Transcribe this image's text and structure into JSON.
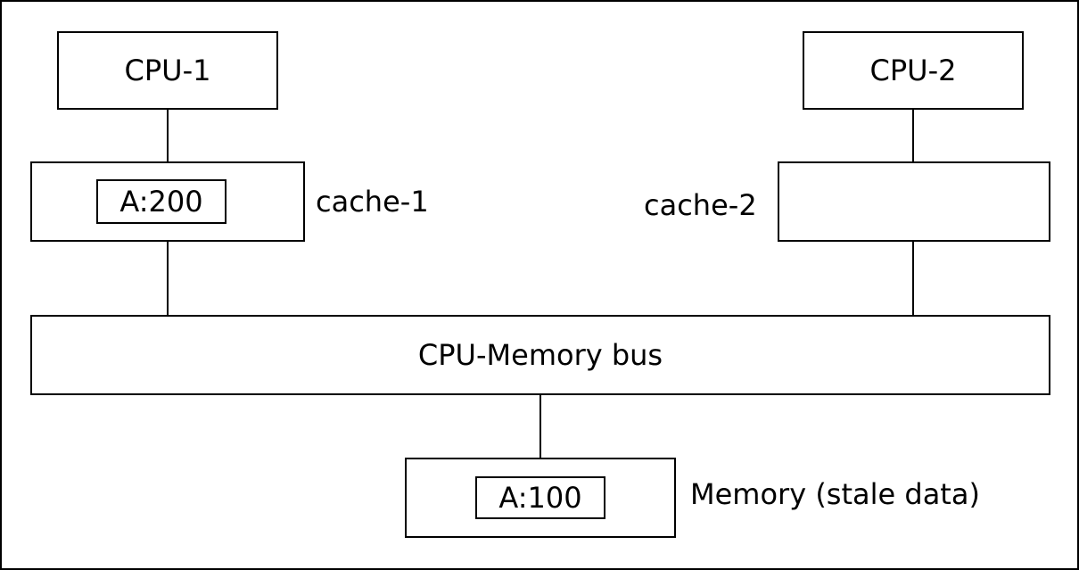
{
  "cpu1": {
    "label": "CPU-1"
  },
  "cpu2": {
    "label": "CPU-2"
  },
  "cache1": {
    "label": "cache-1",
    "entry": "A:200"
  },
  "cache2": {
    "label": "cache-2"
  },
  "bus": {
    "label": "CPU-Memory bus"
  },
  "memory": {
    "label": "Memory (stale data)",
    "entry": "A:100"
  }
}
